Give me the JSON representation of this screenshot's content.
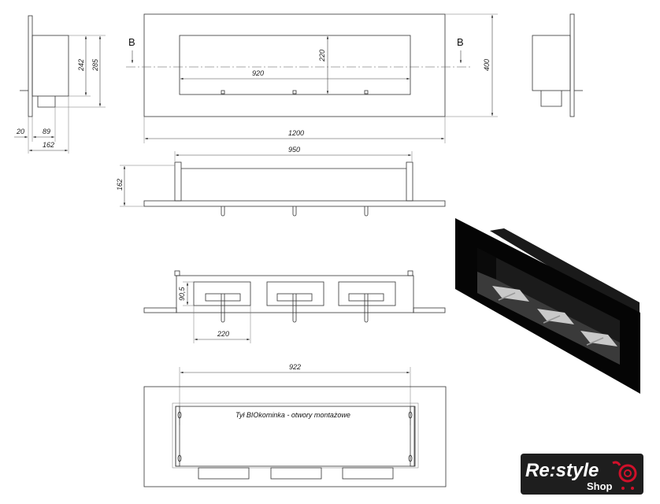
{
  "drawing": {
    "section_marker": "B",
    "left_view": {
      "dims": {
        "inner_height": "242",
        "outer_height": "285",
        "plate": "20",
        "depth_mid": "89",
        "depth_total": "162"
      }
    },
    "front_view": {
      "dims": {
        "opening_width": "920",
        "opening_height": "220",
        "total_width": "1200",
        "total_height": "400"
      }
    },
    "top_view": {
      "dims": {
        "body_width": "950",
        "depth": "162"
      }
    },
    "bottom_view": {
      "dims": {
        "burner_height": "90,5",
        "burner_width": "220"
      }
    },
    "back_view": {
      "dims": {
        "hole_spacing": "922"
      },
      "note": "Tył BIOkominka - otwory montażowe"
    }
  },
  "logo": {
    "brand": "Re:style",
    "sub": "Shop",
    "colors": {
      "bg": "#1e1e1e",
      "accent": "#d0102a"
    }
  }
}
